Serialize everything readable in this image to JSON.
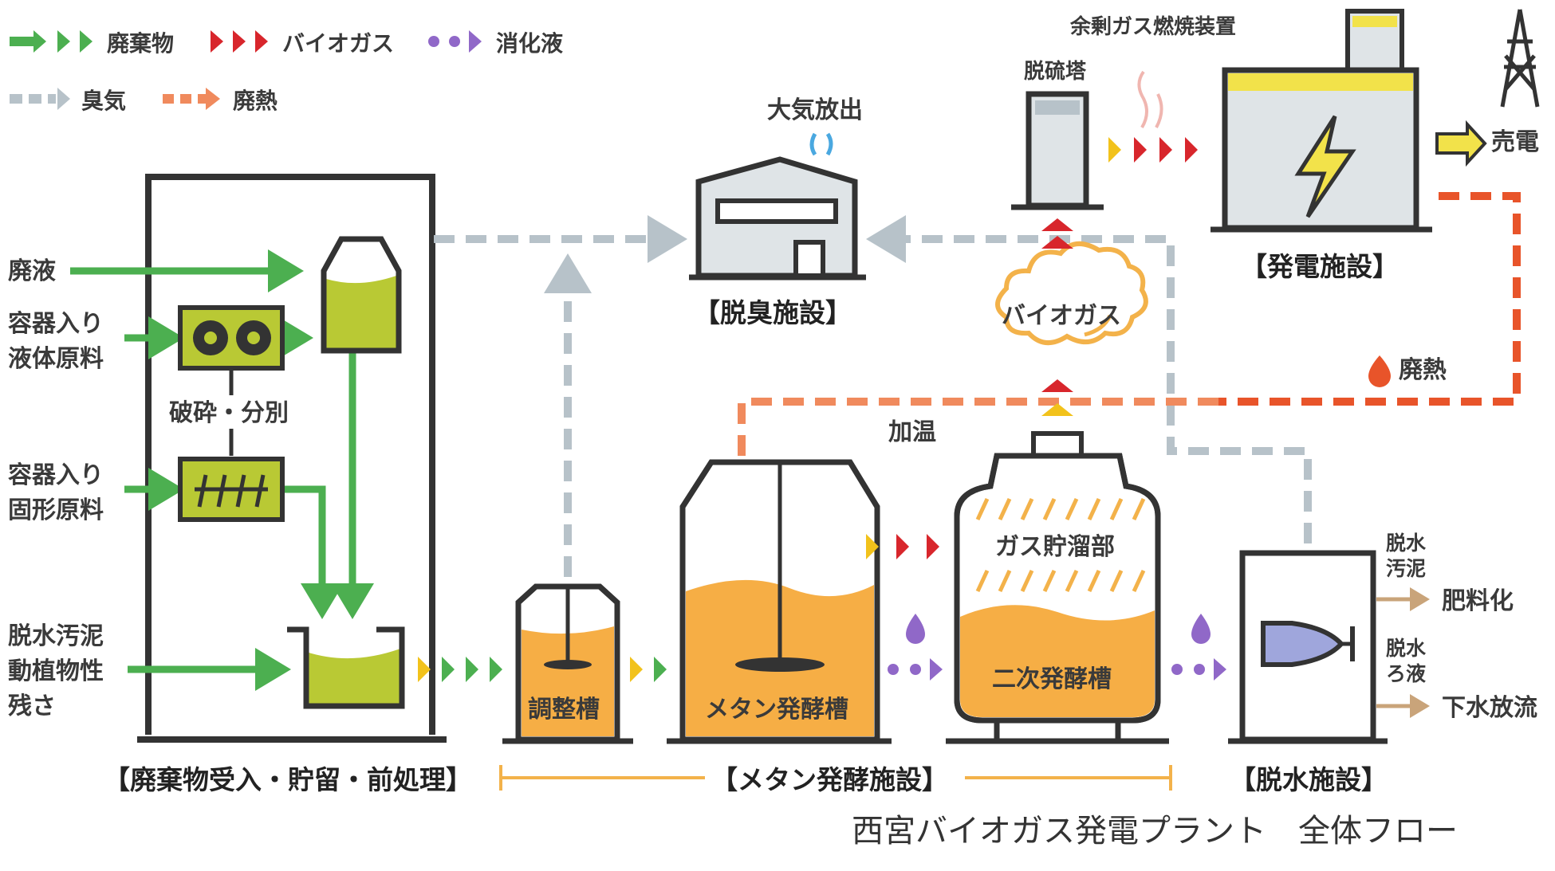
{
  "legend": {
    "waste": "廃棄物",
    "biogas": "バイオガス",
    "digestate": "消化液",
    "odor": "臭気",
    "waste_heat": "廃熱"
  },
  "inputs": {
    "waste_liquid": "廃液",
    "container_liquid_1": "容器入り",
    "container_liquid_2": "液体原料",
    "crush_sort": "破砕・分別",
    "container_solid_1": "容器入り",
    "container_solid_2": "固形原料",
    "sludge_1": "脱水汚泥",
    "sludge_2": "動植物性",
    "sludge_3": "残さ"
  },
  "tanks": {
    "adjust": "調整槽",
    "methane": "メタン発酵槽",
    "gas_storage": "ガス貯溜部",
    "secondary": "二次発酵槽"
  },
  "facilities": {
    "pretreatment": "【廃棄物受入・貯留・前処理】",
    "methane": "【メタン発酵施設】",
    "dewatering": "【脱水施設】",
    "deodorize": "【脱臭施設】",
    "power": "【発電施設】"
  },
  "labels": {
    "atmosphere": "大気放出",
    "desulfurization": "脱硫塔",
    "surplus_burner": "余剰ガス燃焼装置",
    "biogas_cloud": "バイオガス",
    "sell_power": "売電",
    "waste_heat": "廃熱",
    "heating": "加温",
    "dewatered_sludge_1": "脱水",
    "dewatered_sludge_2": "汚泥",
    "fertilizer": "肥料化",
    "filtrate_1": "脱水",
    "filtrate_2": "ろ液",
    "sewage": "下水放流"
  },
  "caption": "西宮バイオガス発電プラント　全体フロー",
  "colors": {
    "waste": "#4caf50",
    "biogas": "#d8262c",
    "biogas_lead": "#f2c21b",
    "digestate": "#9068c8",
    "odor": "#b7c2c9",
    "waste_heat": "#f08a5d",
    "waste_heat_hot": "#e8542a",
    "tank_fill": "#f6ae45",
    "raw_fill": "#b9c934",
    "outline": "#333333",
    "building": "#dfe4e7",
    "bracket": "#f3b24a",
    "product_arrow": "#c9a47a",
    "sell_arrow": "#f2e24a"
  }
}
